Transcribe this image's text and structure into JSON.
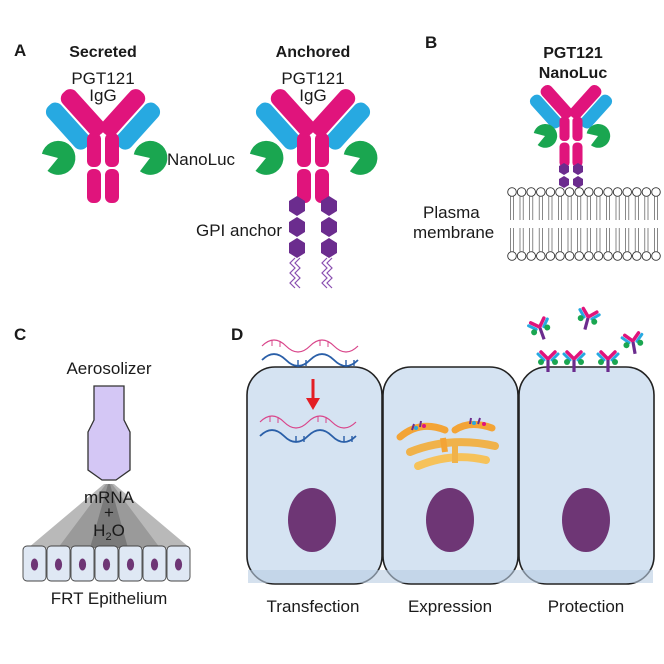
{
  "panels": {
    "a": "A",
    "b": "B",
    "c": "C",
    "d": "D"
  },
  "panel_a": {
    "secreted_title": "Secreted",
    "anchored_title": "Anchored",
    "antibody_line1": "PGT121",
    "antibody_line2": "IgG",
    "nanoluc_label": "NanoLuc",
    "gpi_label": "GPI anchor"
  },
  "panel_b": {
    "title_line1": "PGT121",
    "title_line2": "NanoLuc",
    "membrane_line1": "Plasma",
    "membrane_line2": "membrane"
  },
  "panel_c": {
    "device_label": "Aerosolizer",
    "spray_line1": "mRNA",
    "spray_line2": "+",
    "spray_line3_base": "H",
    "spray_line3_sub": "2",
    "spray_line3_end": "O",
    "tissue_label": "FRT Epithelium"
  },
  "panel_d": {
    "cell1_label": "Transfection",
    "cell2_label": "Expression",
    "cell3_label": "Protection"
  },
  "colors": {
    "heavy_chain": "#e0147c",
    "light_chain": "#27a9e1",
    "nanoluc": "#1aa650",
    "gpi_anchor": "#6b2c8e",
    "nucleus": "#6e3675",
    "cell_fill": "#d5e3f2",
    "aerosolizer": "#d4c7f5",
    "arrow": "#e31e24",
    "golgi": "#f3a436"
  }
}
